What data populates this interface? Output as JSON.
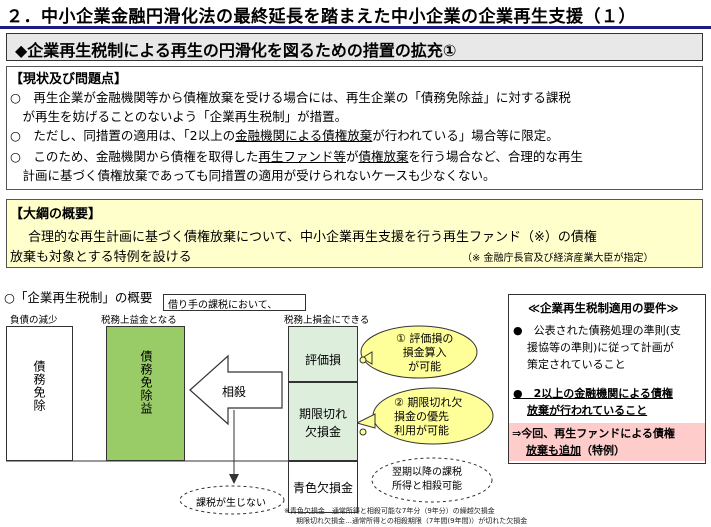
{
  "title": "２．中小企業金融円滑化法の最終延長を踏まえた中小企業の企業再生支援（１）",
  "subtitle": "◆企業再生税制による再生の円滑化を図るための措置の拡充①",
  "issues": {
    "heading": "【現状及び問題点】",
    "line1": "○　再生企業が金融機関等から債権放棄を受ける場合には、再生企業の「債務免除益」に対する課税",
    "line2": "　が再生を妨げることのないよう「企業再生税制」が措置。",
    "line3_a": "○　ただし、同措置の適用は、「2以上の",
    "line3_u": "金融機関による債権放棄",
    "line3_b": "が行われている」場合等に限定。",
    "line4_a": "○　このため、金融機関から債権を取得した",
    "line4_u1": "再生ファンド等",
    "line4_b": "が",
    "line4_u2": "債権放棄",
    "line4_c": "を行う場合など、合理的な再生",
    "line5": "　計画に基づく債権放棄であっても同措置の適用が受けられないケースも少なくない。"
  },
  "outline": {
    "heading": "【大綱の概要】",
    "line1": "合理的な再生計画に基づく債権放棄について、中小企業再生支援を行う再生ファンド（※）の債権",
    "line2": "放棄も対象とする特例を設ける",
    "note": "（※ 金融庁長官及び経済産業大臣が指定）"
  },
  "diagram": {
    "section_title": "○「企業再生税制」の概要",
    "callout": "借り手の課税において、",
    "col_debt": "負債の減少",
    "col_profit": "税務上益金となる",
    "col_loss": "税務上損金にできる",
    "debt_exempt": "債務免除",
    "exempt_profit": "債務免除益",
    "offset": "相殺",
    "valuation_loss": "評価損",
    "expired_loss_1": "期限切れ",
    "expired_loss_2": "欠損金",
    "blue_loss": "青色欠損金",
    "cloud1_l1": "① 評価損の",
    "cloud1_l2": "損金算入",
    "cloud1_l3": "が可能",
    "cloud2_l1": "② 期限切れ欠",
    "cloud2_l2": "損金の優先",
    "cloud2_l3": "利用が可能",
    "cloud3_l1": "翌期以降の課税",
    "cloud3_l2": "所得と相殺可能",
    "no_tax": "課税が生じない",
    "footnote1": "※青色欠損金…通常所得と相殺可能な7年分（9年分）の繰越欠損金",
    "footnote2": "期限切れ欠損金…通常所得との相殺期限（7年間(9年間)）が切れた欠損金"
  },
  "requirements": {
    "heading": "≪企業再生税制適用の要件≫",
    "r1_l1": "●　公表された債務処理の準則(支",
    "r1_l2": "援協等の準則)に従って計画が",
    "r1_l3": "策定されていること",
    "r2_l1": "●　2以上の金融機関による債権",
    "r2_l2": "放棄が行われていること",
    "new_l1": "⇒今回、再生ファンドによる債権",
    "new_l2a": "放棄も追加",
    "new_l2b": "（特例）"
  },
  "colors": {
    "title_rule": "#1a1a8c",
    "green": "#99cc66",
    "yellow": "#ffffcc",
    "cloud": "#ffff99",
    "pink": "#ffcccc"
  }
}
